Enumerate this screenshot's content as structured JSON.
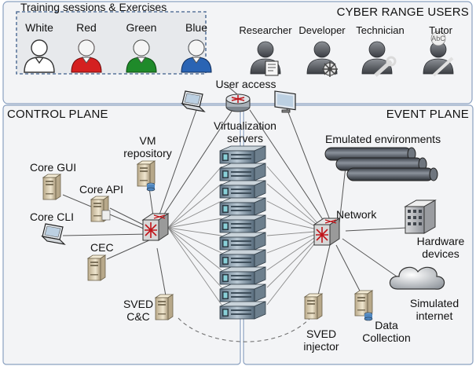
{
  "users_panel": {
    "heading": "CYBER RANGE USERS",
    "training_box_title": "Training sessions & Exercises",
    "teams": [
      {
        "label": "White",
        "color": "#ffffff"
      },
      {
        "label": "Red",
        "color": "#d42020"
      },
      {
        "label": "Green",
        "color": "#1f8a2a"
      },
      {
        "label": "Blue",
        "color": "#2a64b4"
      }
    ],
    "roles": [
      {
        "label": "Researcher",
        "icon": "researcher-icon"
      },
      {
        "label": "Developer",
        "icon": "developer-icon"
      },
      {
        "label": "Technician",
        "icon": "technician-icon"
      },
      {
        "label": "Tutor",
        "icon": "tutor-icon",
        "badge": "AbC"
      }
    ]
  },
  "user_access": "User access",
  "control_plane": {
    "heading": "CONTROL PLANE",
    "vm_repository": [
      "VM",
      "repository"
    ],
    "core_gui": "Core GUI",
    "core_api": "Core API",
    "core_cli": "Core CLI",
    "cec": "CEC",
    "sved_cc": [
      "SVED",
      "C&C"
    ]
  },
  "virtualization": [
    "Virtualization",
    "servers"
  ],
  "event_plane": {
    "heading": "EVENT PLANE",
    "emulated": "Emulated environments",
    "network": "Network",
    "hardware": [
      "Hardware",
      "devices"
    ],
    "simulated": [
      "Simulated",
      "internet"
    ],
    "sved_injector": [
      "SVED",
      "injector"
    ],
    "data_collection": [
      "Data",
      "Collection"
    ]
  },
  "colors": {
    "panel_bg": "#f3f4f6",
    "panel_border": "#8aa0c0",
    "dashed_box": "#3d5d8a"
  }
}
